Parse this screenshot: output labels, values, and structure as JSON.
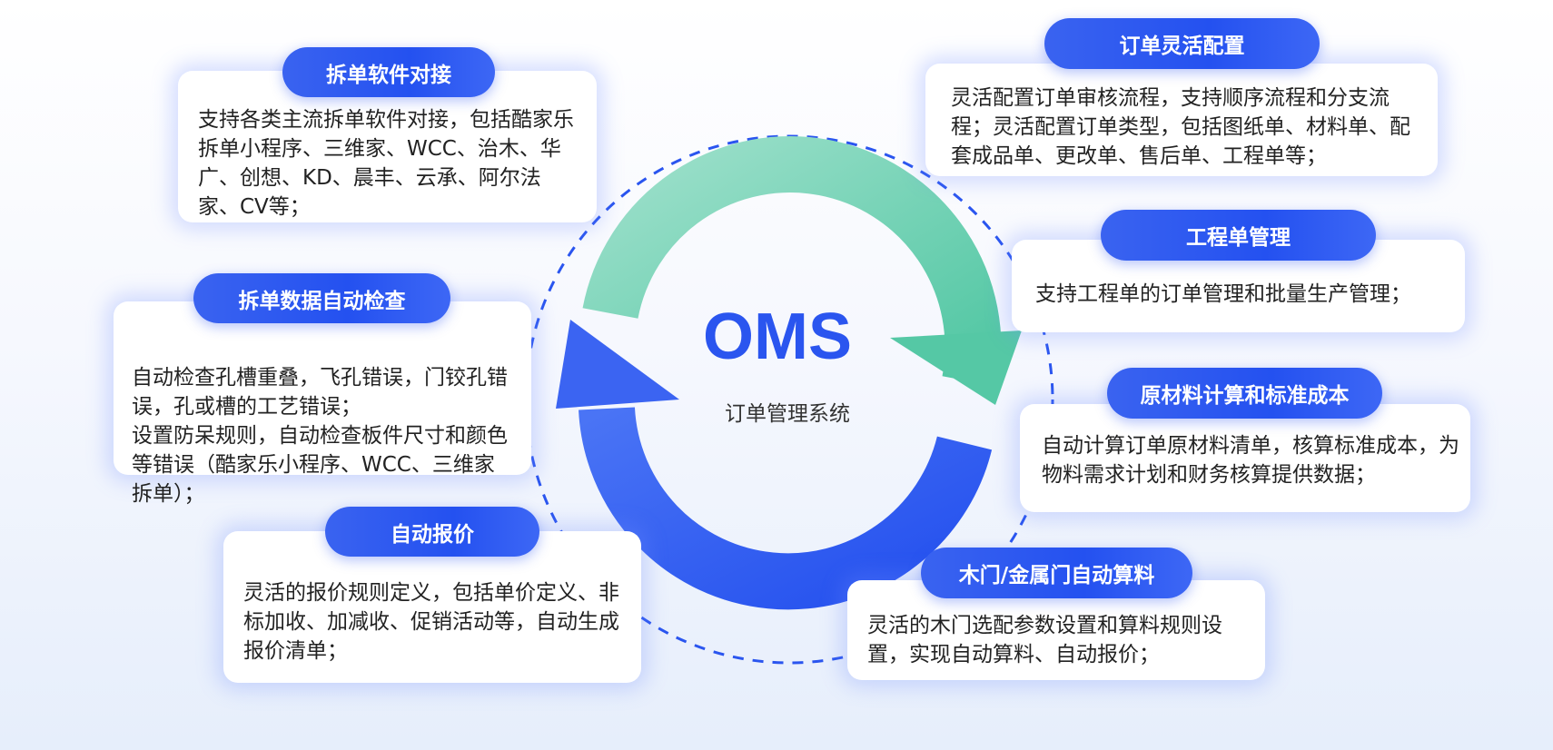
{
  "center": {
    "title": "OMS",
    "subtitle": "订单管理系统"
  },
  "features": [
    {
      "title": "拆单软件对接",
      "text": "支持各类主流拆单软件对接，包括酷家乐拆单小程序、三维家、WCC、治木、华广、创想、KD、晨丰、云承、阿尔法家、CV等；"
    },
    {
      "title": "拆单数据自动检查",
      "text": "自动检查孔槽重叠，飞孔错误，门铰孔错误，孔或槽的工艺错误；\n设置防呆规则，自动检查板件尺寸和颜色等错误（酷家乐小程序、WCC、三维家拆单）；"
    },
    {
      "title": "自动报价",
      "text": "灵活的报价规则定义，包括单价定义、非标加收、加减收、促销活动等，自动生成报价清单；"
    },
    {
      "title": "订单灵活配置",
      "text": "灵活配置订单审核流程，支持顺序流程和分支流程；灵活配置订单类型，包括图纸单、材料单、配套成品单、更改单、售后单、工程单等；"
    },
    {
      "title": "工程单管理",
      "text": "支持工程单的订单管理和批量生产管理；"
    },
    {
      "title": "原材料计算和标准成本",
      "text": "自动计算订单原材料清单，核算标准成本，为物料需求计划和财务核算提供数据；"
    },
    {
      "title": "木门/金属门自动算料",
      "text": "灵活的木门选配参数设置和算料规则设置，实现自动算料、自动报价；"
    }
  ],
  "colors": {
    "blue": "#2a55ef",
    "green": "#5ccaa8"
  }
}
